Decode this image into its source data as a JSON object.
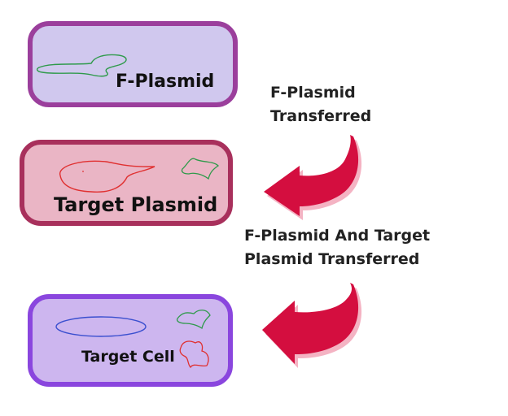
{
  "cells": {
    "donor": {
      "label": "F-Plasmid",
      "fill": "#d0c8ee",
      "border": "#9b3f9c"
    },
    "intermediate": {
      "label": "Target Plasmid",
      "fill": "#eab5c5",
      "border": "#a8305c"
    },
    "recipient": {
      "label": "Target Cell",
      "fill": "#cdb6ef",
      "border": "#8a46de"
    }
  },
  "steps": [
    {
      "line1": "F-Plasmid",
      "line2": "Transferred"
    },
    {
      "line1": "F-Plasmid And Target",
      "line2": "Plasmid Transferred"
    }
  ],
  "colors": {
    "arrow": "#d40e3f",
    "arrow_shadow": "#f4b3c3",
    "f_plasmid": "#2e9a4a",
    "target_plasmid": "#e03030",
    "chromosome": "#3a4fcf"
  }
}
